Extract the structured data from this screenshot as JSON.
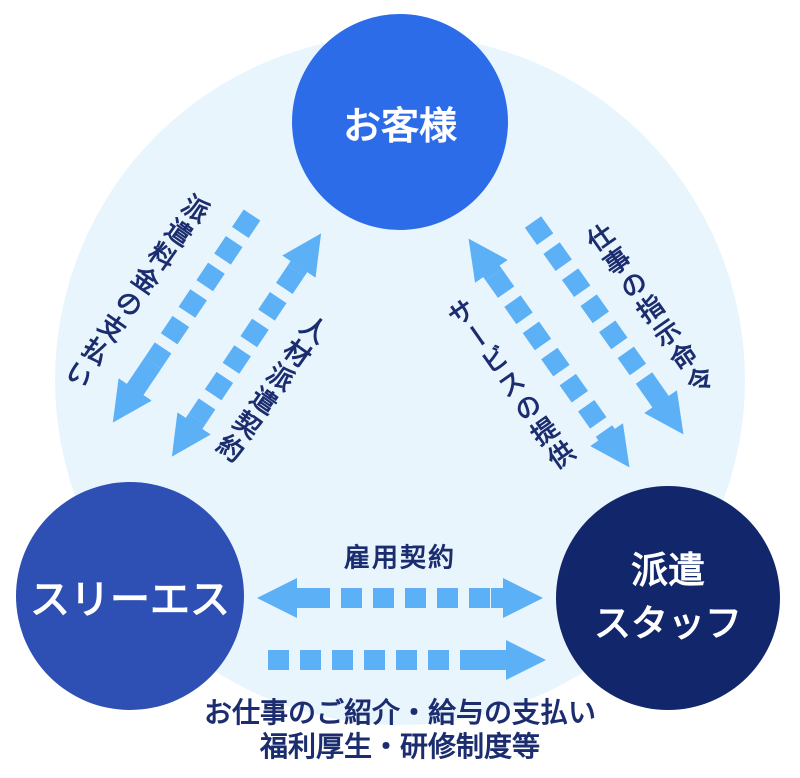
{
  "diagram": {
    "nodes": {
      "customer": {
        "label": "お客様"
      },
      "company": {
        "label": "スリーエス"
      },
      "staff": {
        "label_line1": "派遣",
        "label_line2": "スタッフ"
      }
    },
    "edges": {
      "payment": {
        "label": "派遣料金の支払い"
      },
      "dispatch_contract": {
        "label": "人材派遣契約"
      },
      "service": {
        "label": "サービスの提供"
      },
      "instruction": {
        "label": "仕事の指示命令"
      },
      "employment_contract": {
        "label": "雇用契約"
      },
      "support": {
        "line1": "お仕事のご紹介・給与の支払い",
        "line2": "福利厚生・研修制度等"
      }
    }
  },
  "colors": {
    "bg-circle": "#e9f5fd",
    "customer-circle": "#2d6ce9",
    "company-circle": "#2e50b4",
    "staff-circle": "#12266b",
    "arrow": "#5cb0f6",
    "label-text": "#1b2d6e",
    "circle-text": "#ffffff"
  }
}
